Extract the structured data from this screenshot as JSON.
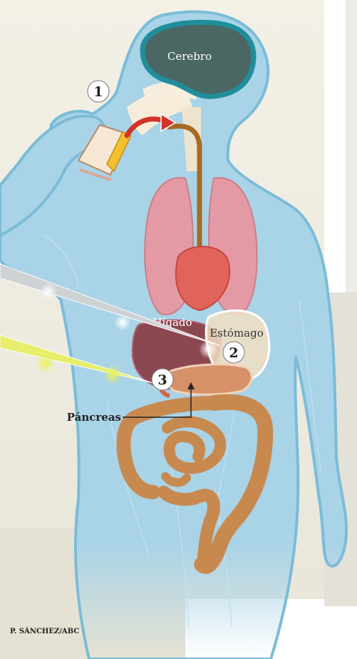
{
  "labels": {
    "brain": "Cerebro",
    "liver": "Hígado",
    "stomach": "Estómago",
    "pancreas": "Páncreas",
    "credit": "P. SÁNCHEZ/ABC"
  },
  "steps": [
    "1",
    "2",
    "3"
  ],
  "colors": {
    "body": "#a9d3e7",
    "body_outline": "#6fb3d2",
    "brain": "#3f5f5b",
    "lungs": "#e39aa5",
    "heart": "#e0645c",
    "liver": "#8c4850",
    "stomach": "#f1dfc3",
    "intestine": "#c8894f",
    "esophagus": "#a66a22",
    "arrow": "#d3322a",
    "needle_yellow": "#e6e64a"
  }
}
